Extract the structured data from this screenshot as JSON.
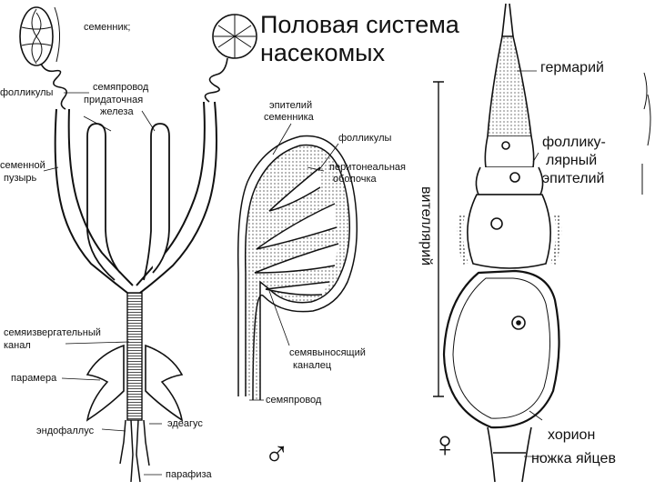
{
  "title": {
    "line1": "Половая система",
    "line2": "насекомых"
  },
  "male_reproductive": {
    "testis": "семенник;",
    "follicles": "фолликулы",
    "vas_deferens": "семяпровод",
    "accessory_gland_1": "придаточная",
    "accessory_gland_2": "железа",
    "seminal_vesicle_1": "семенной",
    "seminal_vesicle_2": "пузырь",
    "ejaculatory_duct_1": "семяизвергательный",
    "ejaculatory_duct_2": "канал",
    "paramere": "парамера",
    "aedeagus": "эдеагус",
    "endophallus": "эндофаллус",
    "paraphysis": "парафиза"
  },
  "testis_section": {
    "testis_epithelium_1": "эпителий",
    "testis_epithelium_2": "семенника",
    "follicles": "фолликулы",
    "peritoneal_sheath_1": "перитонеальная",
    "peritoneal_sheath_2": "оболочка",
    "vas_efferens_1": "семявыносящий",
    "vas_efferens_2": "каналец",
    "vas_deferens": "семяпровод",
    "male_symbol": "♂"
  },
  "ovariole": {
    "germarium": "гермарий",
    "follicular_1": "фоллику-",
    "follicular_2": "лярный",
    "follicular_3": "эпителий",
    "vitellarium": "вителлярий",
    "chorion": "хорион",
    "egg_stalk": "ножка яйцев",
    "female_symbol": "♀"
  }
}
